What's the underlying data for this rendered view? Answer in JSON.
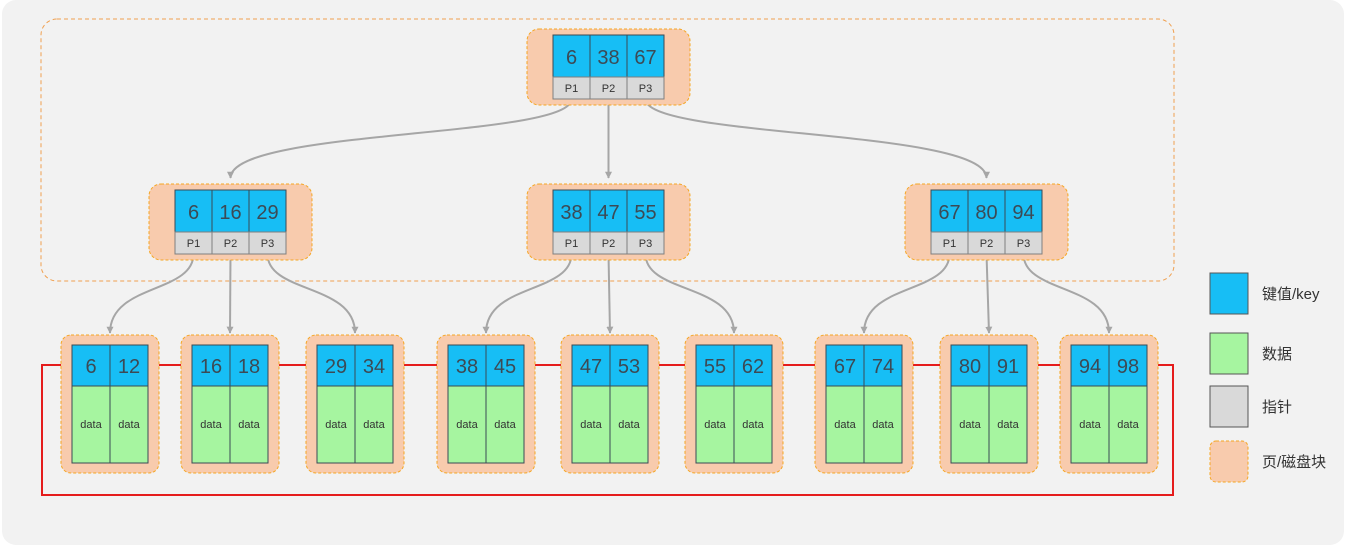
{
  "colors": {
    "background": "#f2f2f2",
    "key_fill": "#17bef5",
    "data_fill": "#a6f5a0",
    "pointer_fill": "#d9d9d9",
    "page_fill": "#f8cbad",
    "page_border": "#f5a623",
    "edge": "#a6a6a6",
    "leaf_link": "#e51c1c"
  },
  "tree": {
    "root": {
      "keys": [
        "6",
        "38",
        "67"
      ],
      "pointers": [
        "P1",
        "P2",
        "P3"
      ]
    },
    "internal": [
      {
        "keys": [
          "6",
          "16",
          "29"
        ],
        "pointers": [
          "P1",
          "P2",
          "P3"
        ]
      },
      {
        "keys": [
          "38",
          "47",
          "55"
        ],
        "pointers": [
          "P1",
          "P2",
          "P3"
        ]
      },
      {
        "keys": [
          "67",
          "80",
          "94"
        ],
        "pointers": [
          "P1",
          "P2",
          "P3"
        ]
      }
    ],
    "leaves": [
      {
        "keys": [
          "6",
          "12"
        ],
        "data": [
          "data",
          "data"
        ]
      },
      {
        "keys": [
          "16",
          "18"
        ],
        "data": [
          "data",
          "data"
        ]
      },
      {
        "keys": [
          "29",
          "34"
        ],
        "data": [
          "data",
          "data"
        ]
      },
      {
        "keys": [
          "38",
          "45"
        ],
        "data": [
          "data",
          "data"
        ]
      },
      {
        "keys": [
          "47",
          "53"
        ],
        "data": [
          "data",
          "data"
        ]
      },
      {
        "keys": [
          "55",
          "62"
        ],
        "data": [
          "data",
          "data"
        ]
      },
      {
        "keys": [
          "67",
          "74"
        ],
        "data": [
          "data",
          "data"
        ]
      },
      {
        "keys": [
          "80",
          "91"
        ],
        "data": [
          "data",
          "data"
        ]
      },
      {
        "keys": [
          "94",
          "98"
        ],
        "data": [
          "data",
          "data"
        ]
      }
    ]
  },
  "legend": [
    {
      "label": "键值/key",
      "swatch": "key"
    },
    {
      "label": "数据",
      "swatch": "data"
    },
    {
      "label": "指针",
      "swatch": "pointer"
    },
    {
      "label": "页/磁盘块",
      "swatch": "page"
    }
  ]
}
